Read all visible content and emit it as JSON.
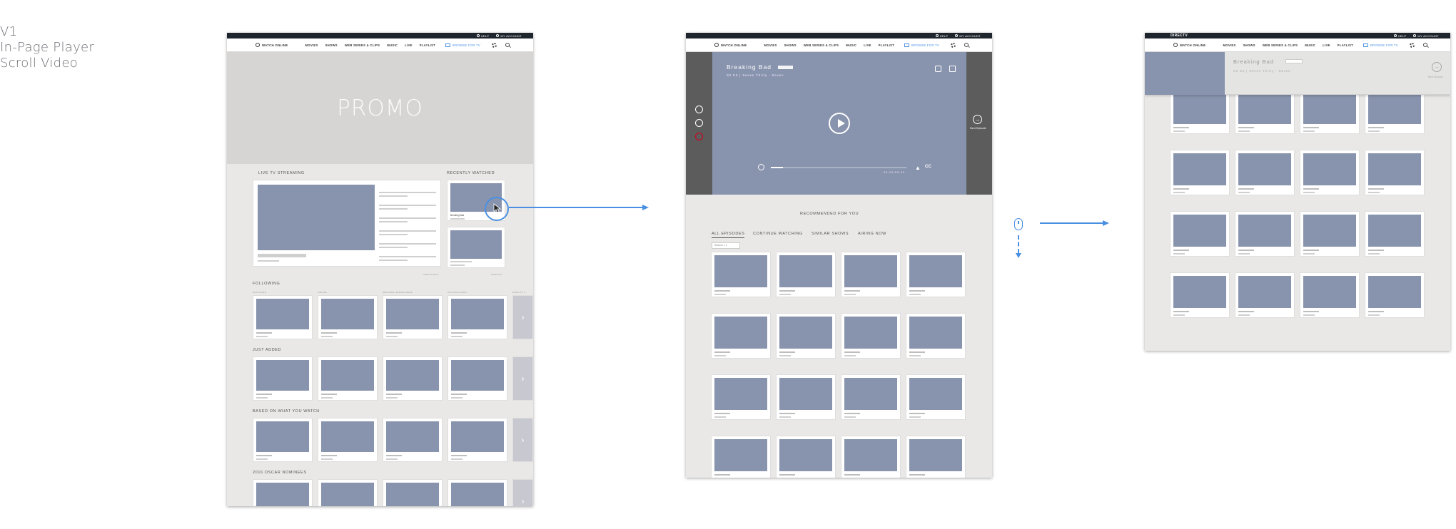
{
  "title": [
    "V1",
    "In-Page Player",
    "Scroll Video"
  ],
  "nav": {
    "help": "HELP",
    "account": "MY ACCOUNT",
    "brand": "DIRECTV",
    "watch_online": "WATCH ONLINE",
    "items": [
      "MOVIES",
      "SHOWS",
      "WEB SERIES & CLIPS",
      "MUSIC",
      "LIVE",
      "PLAYLIST"
    ],
    "browse_tv": "BROWSE FOR TV"
  },
  "frame1": {
    "promo": "PROMO",
    "live_tv": "LIVE TV STREAMING",
    "recently_watched": "RECENTLY WATCHED",
    "recent_card_label": "Breaking Bad",
    "view_guide": "VIEW GUIDE",
    "view_all": "VIEW ALL",
    "sections": [
      "FOLLOWING",
      "JUST ADDED",
      "BASED ON WHAT YOU WATCH",
      "2016 OSCAR NOMINEES"
    ],
    "following_labels": [
      "NETFLIXED",
      "ONLINE",
      "WESTERN SERIES WEEK",
      "ACTION PLANET",
      "DIRECTV 2"
    ]
  },
  "player": {
    "show_title": "Breaking Bad",
    "episode": "S2 E5 | Seven Thirty - Seven",
    "time": "05:22/60:00",
    "next_episode": "Next Episode"
  },
  "frame2": {
    "recommended": "RECOMMENDED FOR YOU",
    "tabs": [
      "ALL EPISODES",
      "CONTINUE WATCHING",
      "SIMILAR SHOWS",
      "AIRING NOW"
    ],
    "season_select": "Season 1"
  },
  "colors": {
    "accent": "#4a90e2",
    "thumbnail": "#8893ad",
    "frame_bg": "#e9e8e6"
  }
}
